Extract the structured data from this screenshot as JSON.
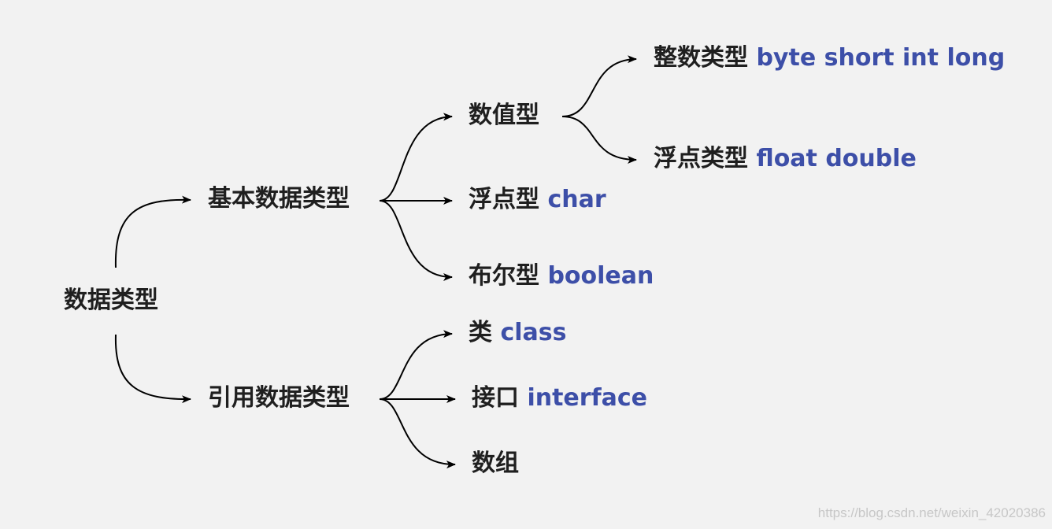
{
  "colors": {
    "background": "#f2f2f2",
    "text": "#1f1f1f",
    "keyword": "#3d4fa8",
    "arrow": "#000000"
  },
  "root": {
    "label": "数据类型"
  },
  "primitive": {
    "label": "基本数据类型",
    "numeric": {
      "label": "数值型",
      "integer": {
        "label": "整数类型",
        "keywords": "byte short int long"
      },
      "floating": {
        "label": "浮点类型",
        "keywords": "float double"
      }
    },
    "char_type": {
      "label": "浮点型",
      "keyword": "char"
    },
    "bool_type": {
      "label": "布尔型",
      "keyword": "boolean"
    }
  },
  "reference": {
    "label": "引用数据类型",
    "class_type": {
      "label": "类",
      "keyword": "class"
    },
    "interface_type": {
      "label": "接口",
      "keyword": "interface"
    },
    "array_type": {
      "label": "数组"
    }
  },
  "watermark": "https://blog.csdn.net/weixin_42020386"
}
